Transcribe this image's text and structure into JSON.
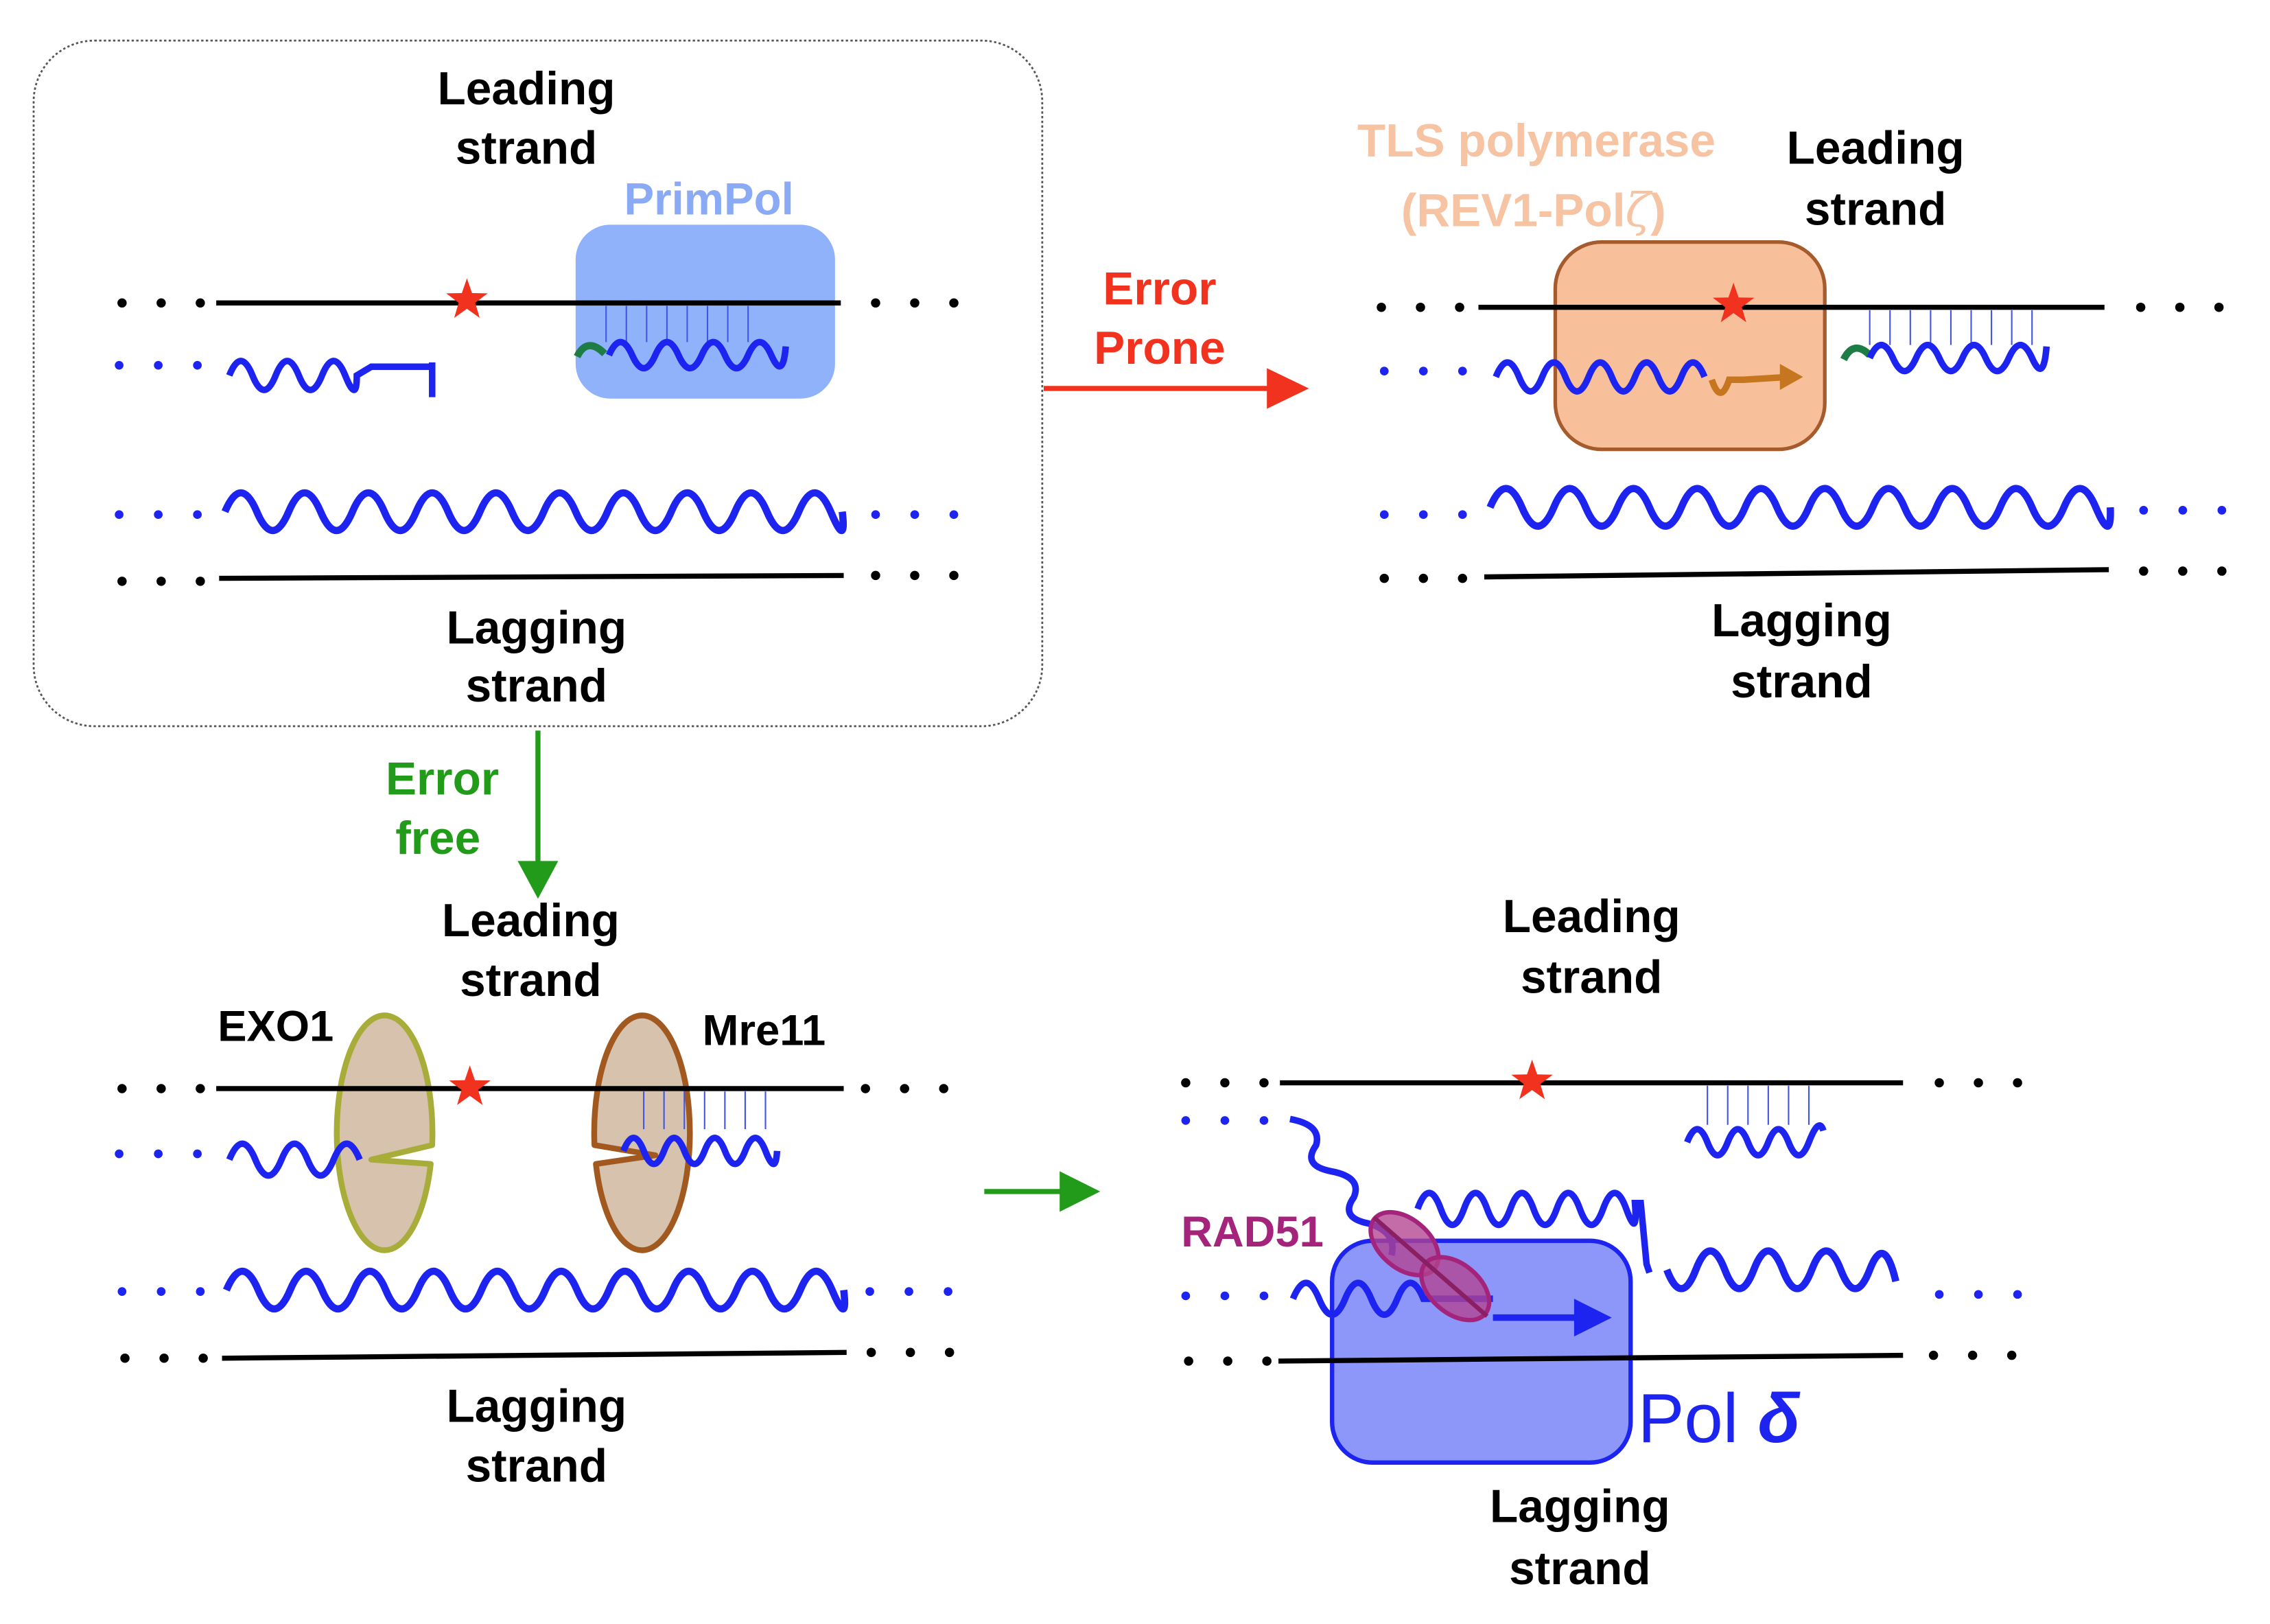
{
  "colors": {
    "strand_black": "#000000",
    "nascent_blue": "#1d24f0",
    "lesion_red": "#f0321e",
    "error_prone_red": "#f0321e",
    "error_free_green": "#239b1a",
    "primpol_fill": "#8fb2fb",
    "primpol_label": "#8aaaf5",
    "tls_fill": "#f7c09b",
    "tls_stroke": "#a55b2c",
    "tls_label": "#f6c3a3",
    "tls_arrow": "#c6761f",
    "primer_green": "#1e7c45",
    "exo1_stroke": "#a8ad3a",
    "mre11_stroke": "#a2591f",
    "nuclease_fill": "#d6c2ad",
    "rad51": "#a3247a",
    "pol_delta_fill": "#8c97f9",
    "pol_delta_stroke": "#1d24f0",
    "pol_delta_label": "#1d24f0"
  },
  "icons": {
    "lesion": "red-star-icon",
    "pathway_arrow": "arrow-right-icon"
  },
  "panels": {
    "top_left": {
      "leading_line1": "Leading",
      "leading_line2": "strand",
      "lagging_line1": "Lagging",
      "lagging_line2": "strand",
      "enzyme_label": "PrimPol"
    },
    "top_right": {
      "leading_line1": "Leading",
      "leading_line2": "strand",
      "lagging_line1": "Lagging",
      "lagging_line2": "strand",
      "enzyme_line1": "TLS polymerase",
      "enzyme_line2": "(REV1-Pol",
      "enzyme_line2_symbol": "ζ",
      "enzyme_line2_end": ")"
    },
    "bottom_left": {
      "leading_line1": "Leading",
      "leading_line2": "strand",
      "lagging_line1": "Lagging",
      "lagging_line2": "strand",
      "nuclease_left": "EXO1",
      "nuclease_right": "Mre11"
    },
    "bottom_right": {
      "leading_line1": "Leading",
      "leading_line2": "strand",
      "lagging_line1": "Lagging",
      "lagging_line2": "strand",
      "recombinase": "RAD51",
      "polymerase_prefix": "Pol ",
      "polymerase_symbol": "δ"
    }
  },
  "arrows": {
    "error_prone_line1": "Error",
    "error_prone_line2": "Prone",
    "error_free_line1": "Error",
    "error_free_line2": "free"
  }
}
